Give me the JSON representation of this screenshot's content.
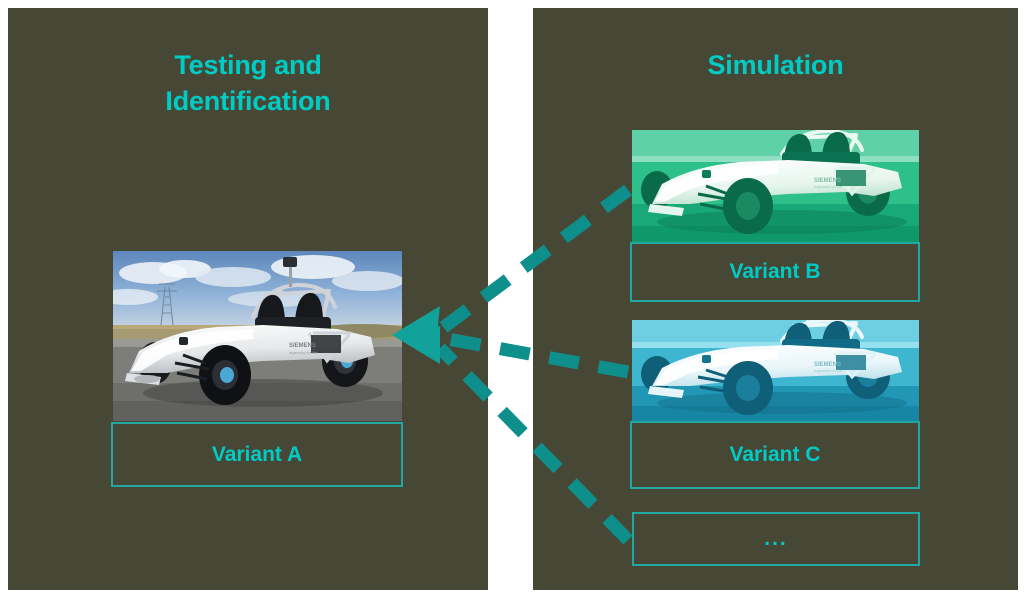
{
  "slide": {
    "background_color": "#ffffff",
    "panel_color": "#474735",
    "accent_color": "#00ccc6",
    "border_color": "#22a8a2",
    "connector_color": "#0f8f8c"
  },
  "left_panel": {
    "title": "Testing and\nIdentification",
    "card": {
      "label": "Variant A",
      "image_name": "white-race-car-photo",
      "image_tint": "none"
    }
  },
  "right_panel": {
    "title": "Simulation",
    "cards": [
      {
        "label": "Variant B",
        "image_name": "white-race-car-photo",
        "image_tint": "#00a870"
      },
      {
        "label": "Variant C",
        "image_name": "white-race-car-photo",
        "image_tint": "#2aa8c4"
      },
      {
        "label": "...",
        "image_name": "none",
        "image_tint": "none"
      }
    ]
  },
  "connectors": {
    "arrow_name": "convergence-arrow",
    "arrow_direction": "left",
    "line_style": "dashed",
    "count": 3
  }
}
